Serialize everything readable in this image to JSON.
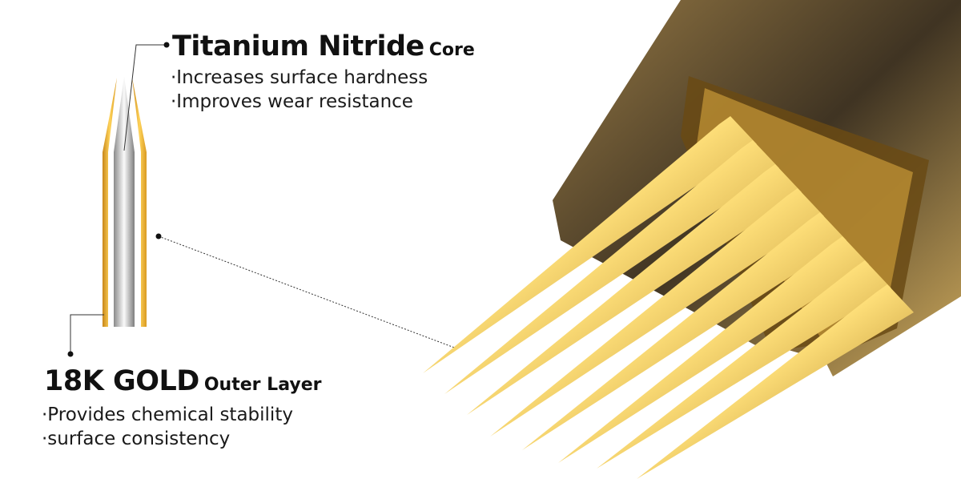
{
  "core": {
    "title_bold": "Titanium Nitride",
    "title_small": "Core",
    "bullets": [
      "·Increases surface hardness",
      "·Improves wear resistance"
    ]
  },
  "outer": {
    "title_bold": "18K GOLD",
    "title_small": "Outer Layer",
    "bullets": [
      "·Provides chemical stability",
      "·surface consistency"
    ]
  },
  "colors": {
    "gold": "#e9a82a",
    "silver": "#b8b8b8",
    "shell": "#3a2a12"
  }
}
